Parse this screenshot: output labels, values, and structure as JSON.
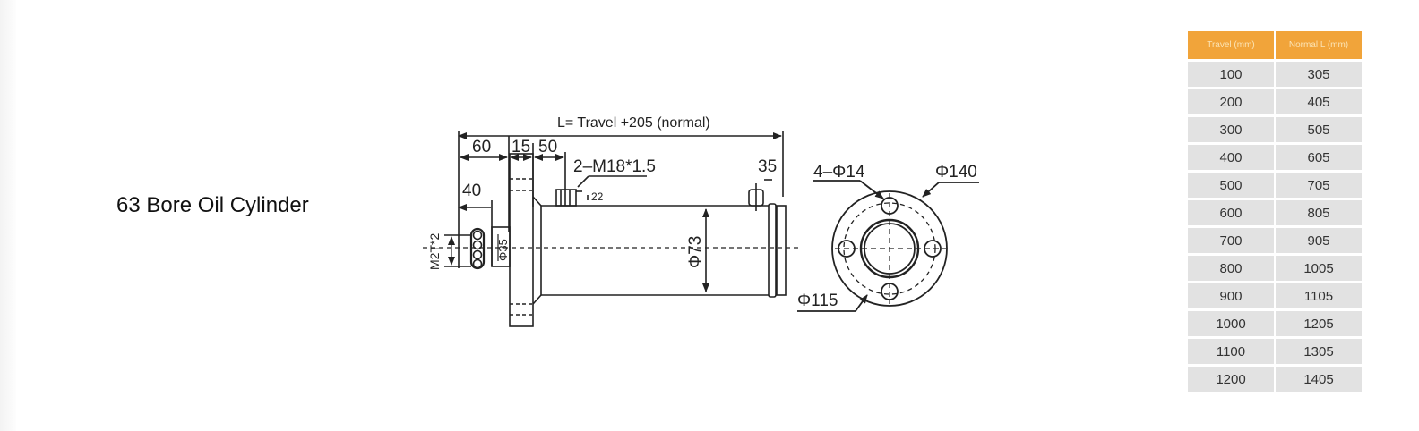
{
  "title": "63 Bore Oil Cylinder",
  "drawing": {
    "overall_length_label": "L= Travel +205 (normal)",
    "dims": {
      "d60": "60",
      "d15": "15",
      "d50": "50",
      "d40": "40",
      "d35": "35",
      "port_thread": "2–M18*1.5",
      "port_depth": "22",
      "rod_thread": "M2T*2",
      "rod_dia": "Φ35",
      "body_dia": "Φ73",
      "bolt_holes": "4–Φ14",
      "flange_dia": "Φ140",
      "pcd": "Φ115"
    }
  },
  "table": {
    "headers": [
      "Travel (mm)",
      "Normal L (mm)"
    ],
    "rows": [
      [
        "100",
        "305"
      ],
      [
        "200",
        "405"
      ],
      [
        "300",
        "505"
      ],
      [
        "400",
        "605"
      ],
      [
        "500",
        "705"
      ],
      [
        "600",
        "805"
      ],
      [
        "700",
        "905"
      ],
      [
        "800",
        "1005"
      ],
      [
        "900",
        "1105"
      ],
      [
        "1000",
        "1205"
      ],
      [
        "1100",
        "1305"
      ],
      [
        "1200",
        "1405"
      ]
    ],
    "header_color": "#f1a43a",
    "cell_color": "#e2e2e2"
  }
}
